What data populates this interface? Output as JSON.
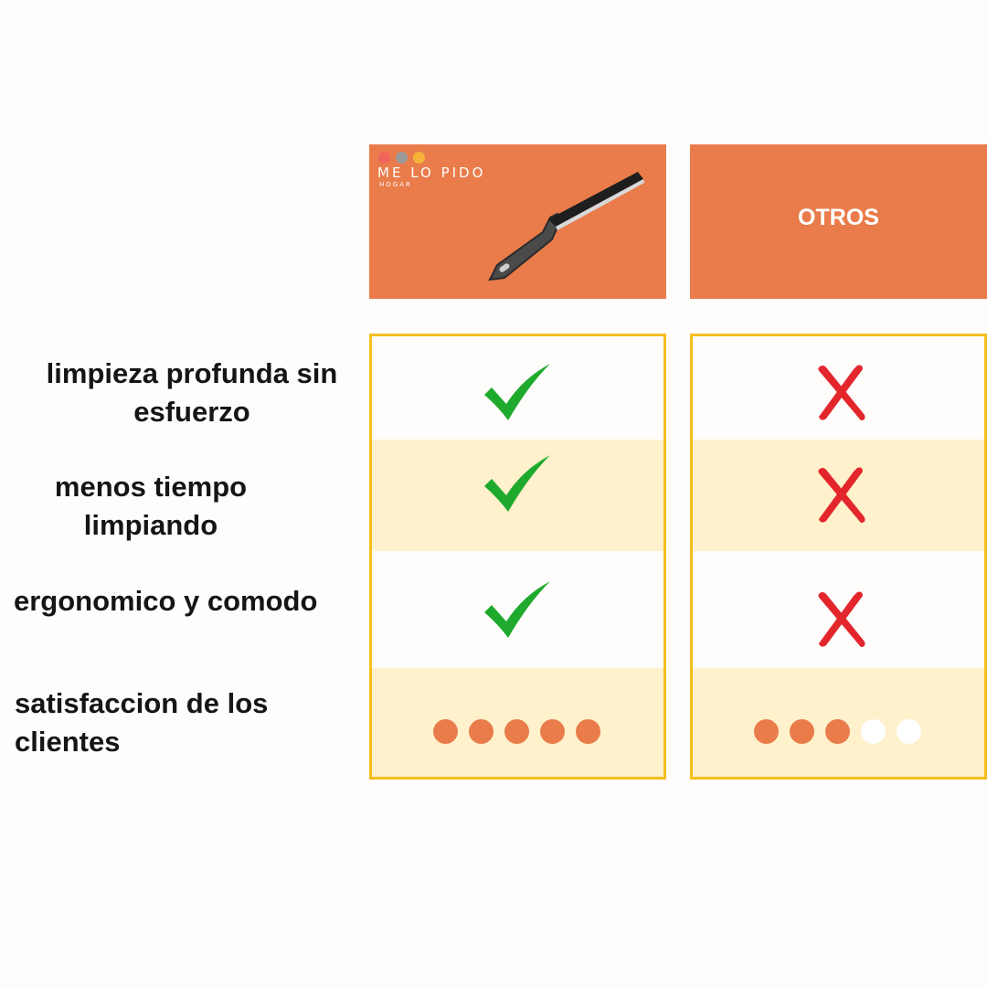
{
  "brand": {
    "name": "ME LO PIDO",
    "subtitle": "HOGAR",
    "dot_colors": [
      "#f0655a",
      "#9a9a9a",
      "#f6b43c"
    ]
  },
  "others_header": "OTROS",
  "colors": {
    "header_bg": "#e97c4a",
    "frame": "#f5be1b",
    "band": "#fef1cb",
    "check": "#1faa2e",
    "cross": "#e3262c",
    "rating_on": "#e97c4a",
    "rating_off": "#ffffff"
  },
  "rows": [
    {
      "label": "limpieza profunda sin esfuerzo",
      "brand_mark": "check-icon",
      "others_mark": "cross-icon"
    },
    {
      "label": "menos tiempo limpiando",
      "brand_mark": "check-icon",
      "others_mark": "cross-icon"
    },
    {
      "label": "ergonomico y comodo",
      "brand_mark": "check-icon",
      "others_mark": "cross-icon"
    },
    {
      "label": "satisfaccion de los clientes",
      "brand_rating": 5,
      "others_rating": 3,
      "rating_max": 5
    }
  ]
}
